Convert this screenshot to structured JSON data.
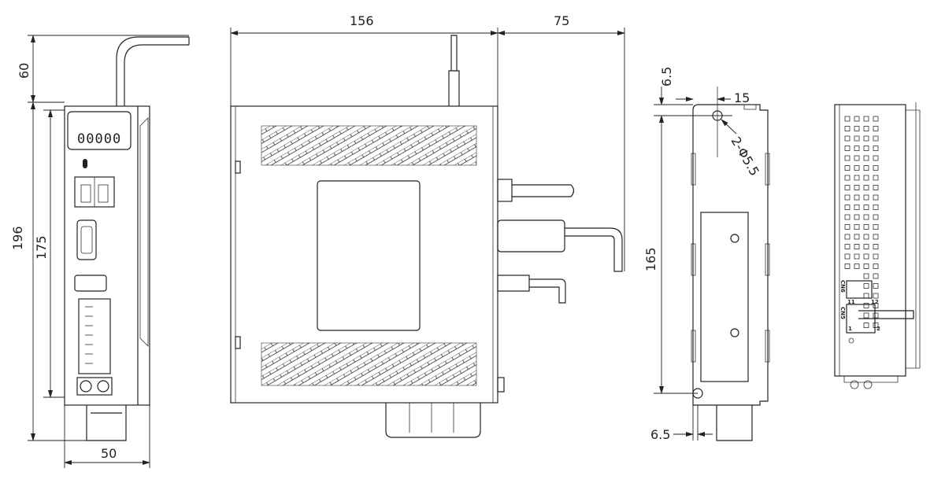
{
  "front_view": {
    "display_digits": "00000",
    "dimensions": {
      "cable_height": "60",
      "total_height": "196",
      "body_height": "175",
      "width": "50"
    }
  },
  "side_view": {
    "dimensions": {
      "depth": "156",
      "cable_clearance": "75"
    }
  },
  "rear_view": {
    "dimensions": {
      "top_offset": "6.5",
      "hole_offset": "15",
      "holes": "2-Φ5.5",
      "hole_pitch": "165",
      "bottom_offset": "6.5"
    }
  },
  "connector_view": {
    "labels": {
      "cn6": "CN6",
      "cn5": "CN5",
      "pin_11": "11",
      "pin_12": "12",
      "pin_1": "1",
      "pin_2": "2"
    }
  }
}
